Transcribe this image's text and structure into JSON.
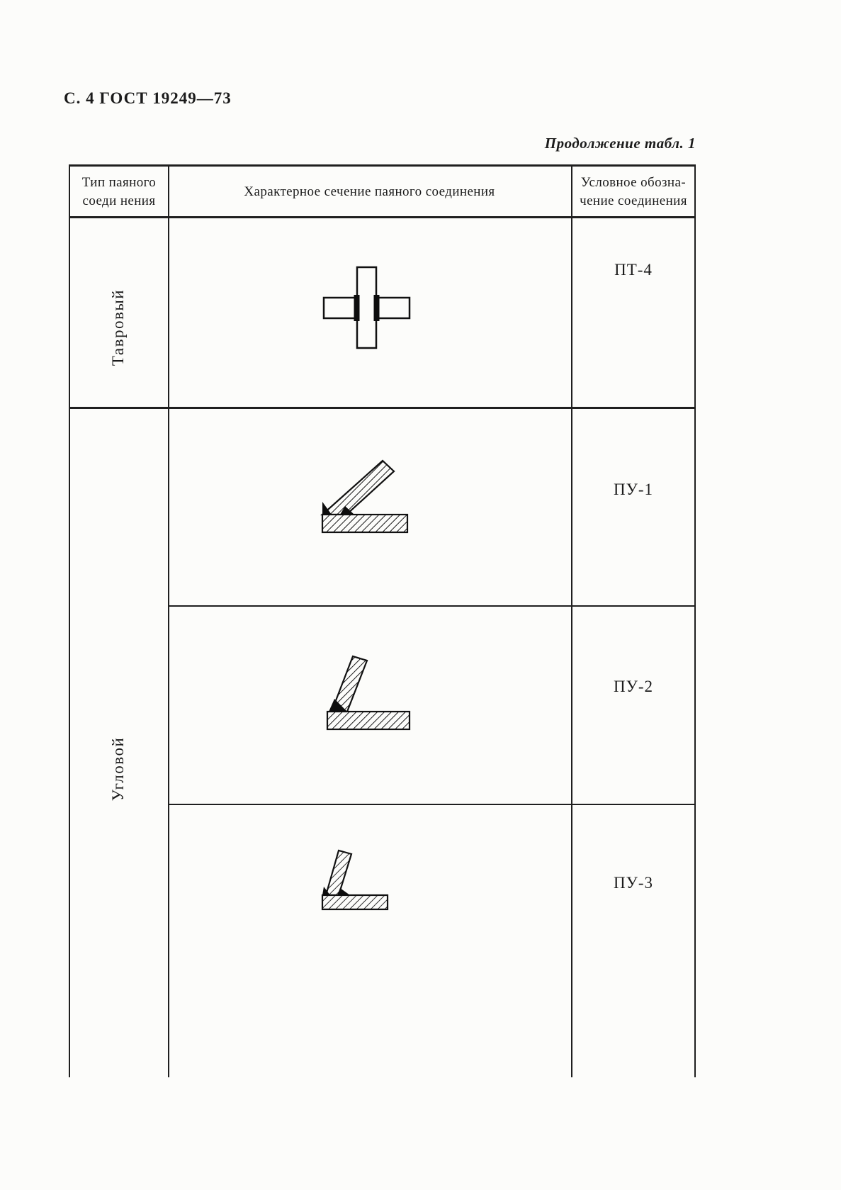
{
  "page": {
    "header_left": "С. 4 ГОСТ 19249—73",
    "continuation": "Продолжение табл. 1"
  },
  "table": {
    "columns": [
      "Тип паяного\nсоеди нения",
      "Характерное сечение паяного соединения",
      "Условное обозна-\nчение соединения"
    ],
    "groups": [
      {
        "type_label": "Тавровый",
        "rows": [
          {
            "designation": "ПТ-4",
            "diagram": "tee-joint-cross-section-diagram"
          }
        ]
      },
      {
        "type_label": "Угловой",
        "rows": [
          {
            "designation": "ПУ-1",
            "diagram": "corner-joint-45deg-diagram"
          },
          {
            "designation": "ПУ-2",
            "diagram": "corner-joint-steep-diagram"
          },
          {
            "designation": "ПУ-3",
            "diagram": "corner-joint-small-diagram"
          }
        ]
      }
    ]
  }
}
